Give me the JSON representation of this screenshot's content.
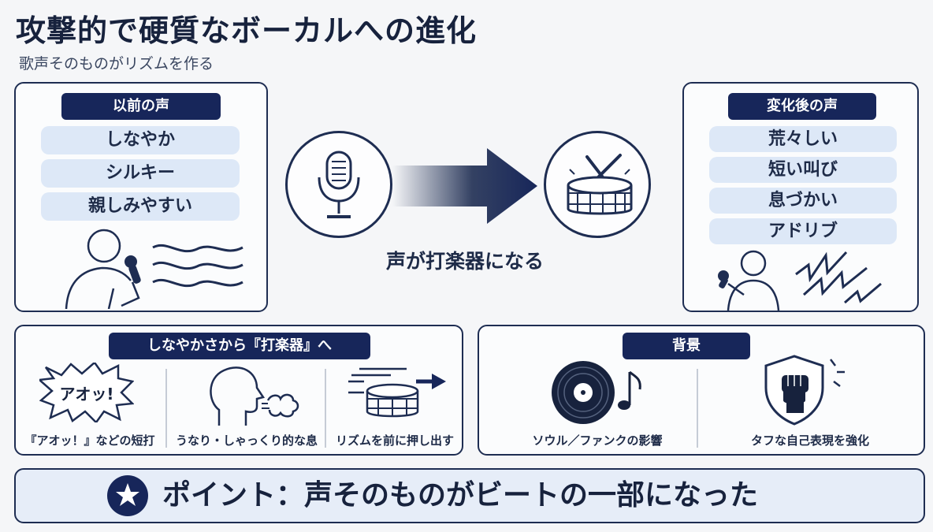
{
  "header": {
    "title": "攻撃的で硬質なボーカルへの進化",
    "subtitle": "歌声そのものがリズムを作る"
  },
  "before": {
    "label": "以前の声",
    "items": [
      "しなやか",
      "シルキー",
      "親しみやすい"
    ]
  },
  "after": {
    "label": "変化後の声",
    "items": [
      "荒々しい",
      "短い叫び",
      "息づかい",
      "アドリブ"
    ]
  },
  "center": {
    "caption": "声が打楽器になる"
  },
  "techniques": {
    "label": "しなやかさから『打楽器』へ",
    "burst_text": "アオッ!",
    "items": [
      "『アオッ！』などの短打",
      "うなり・しゃっくり的な息",
      "リズムを前に押し出す"
    ]
  },
  "background": {
    "label": "背景",
    "items": [
      "ソウル／ファンクの影響",
      "タフな自己表現を強化"
    ]
  },
  "point": {
    "text": "ポイント：声そのものがビートの一部になった"
  },
  "colors": {
    "navy": "#17265a",
    "chip": "#dde8f7",
    "point_bg": "#e6edf8"
  }
}
